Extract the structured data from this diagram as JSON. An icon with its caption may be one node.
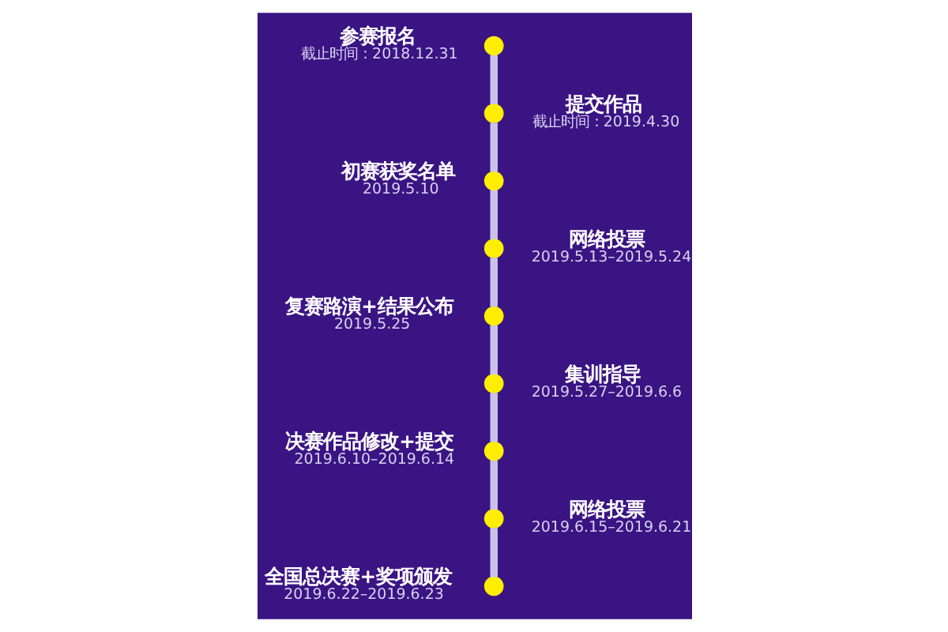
{
  "diagram": {
    "nodes": [
      {
        "text": [],
        "shape": "circle",
        "beside": [
          "参赛报名",
          "截止时间：2018.12.31"
        ]
      },
      {
        "text": [],
        "shape": "circle",
        "beside": [
          "提交作品",
          "截止时间：2019.4.30"
        ]
      },
      {
        "text": [],
        "shape": "circle",
        "beside": [
          "初赛获奖名单",
          "2019.5.10"
        ]
      },
      {
        "text": [],
        "shape": "circle",
        "beside": [
          "网络投票",
          "2019.5.13–2019.5.24"
        ]
      },
      {
        "text": [],
        "shape": "circle",
        "beside": [
          "复赛路演+结果公布",
          "2019.5.25"
        ]
      },
      {
        "text": [],
        "shape": "circle",
        "beside": [
          "集训指导",
          "2019.5.27–2019.6.6"
        ]
      },
      {
        "text": [],
        "shape": "circle",
        "beside": [
          "决赛作品修改+提交",
          "2019.6.10–2019.6.14"
        ]
      },
      {
        "text": [],
        "shape": "circle",
        "beside": [
          "网络投票",
          "2019.6.15–2019.6.21"
        ]
      },
      {
        "text": [],
        "shape": "circle",
        "beside": [
          "全国总决赛+奖项颁发",
          "2019.6.22–2019.6.23"
        ]
      }
    ],
    "edges": [
      {
        "from": 0,
        "to": 1,
        "arrow": "none"
      },
      {
        "from": 1,
        "to": 2,
        "arrow": "none"
      },
      {
        "from": 2,
        "to": 3,
        "arrow": "none"
      },
      {
        "from": 3,
        "to": 4,
        "arrow": "none"
      },
      {
        "from": 4,
        "to": 5,
        "arrow": "none"
      },
      {
        "from": 5,
        "to": 6,
        "arrow": "none"
      },
      {
        "from": 6,
        "to": 7,
        "arrow": "none"
      },
      {
        "from": 7,
        "to": 8,
        "arrow": "none"
      }
    ]
  }
}
